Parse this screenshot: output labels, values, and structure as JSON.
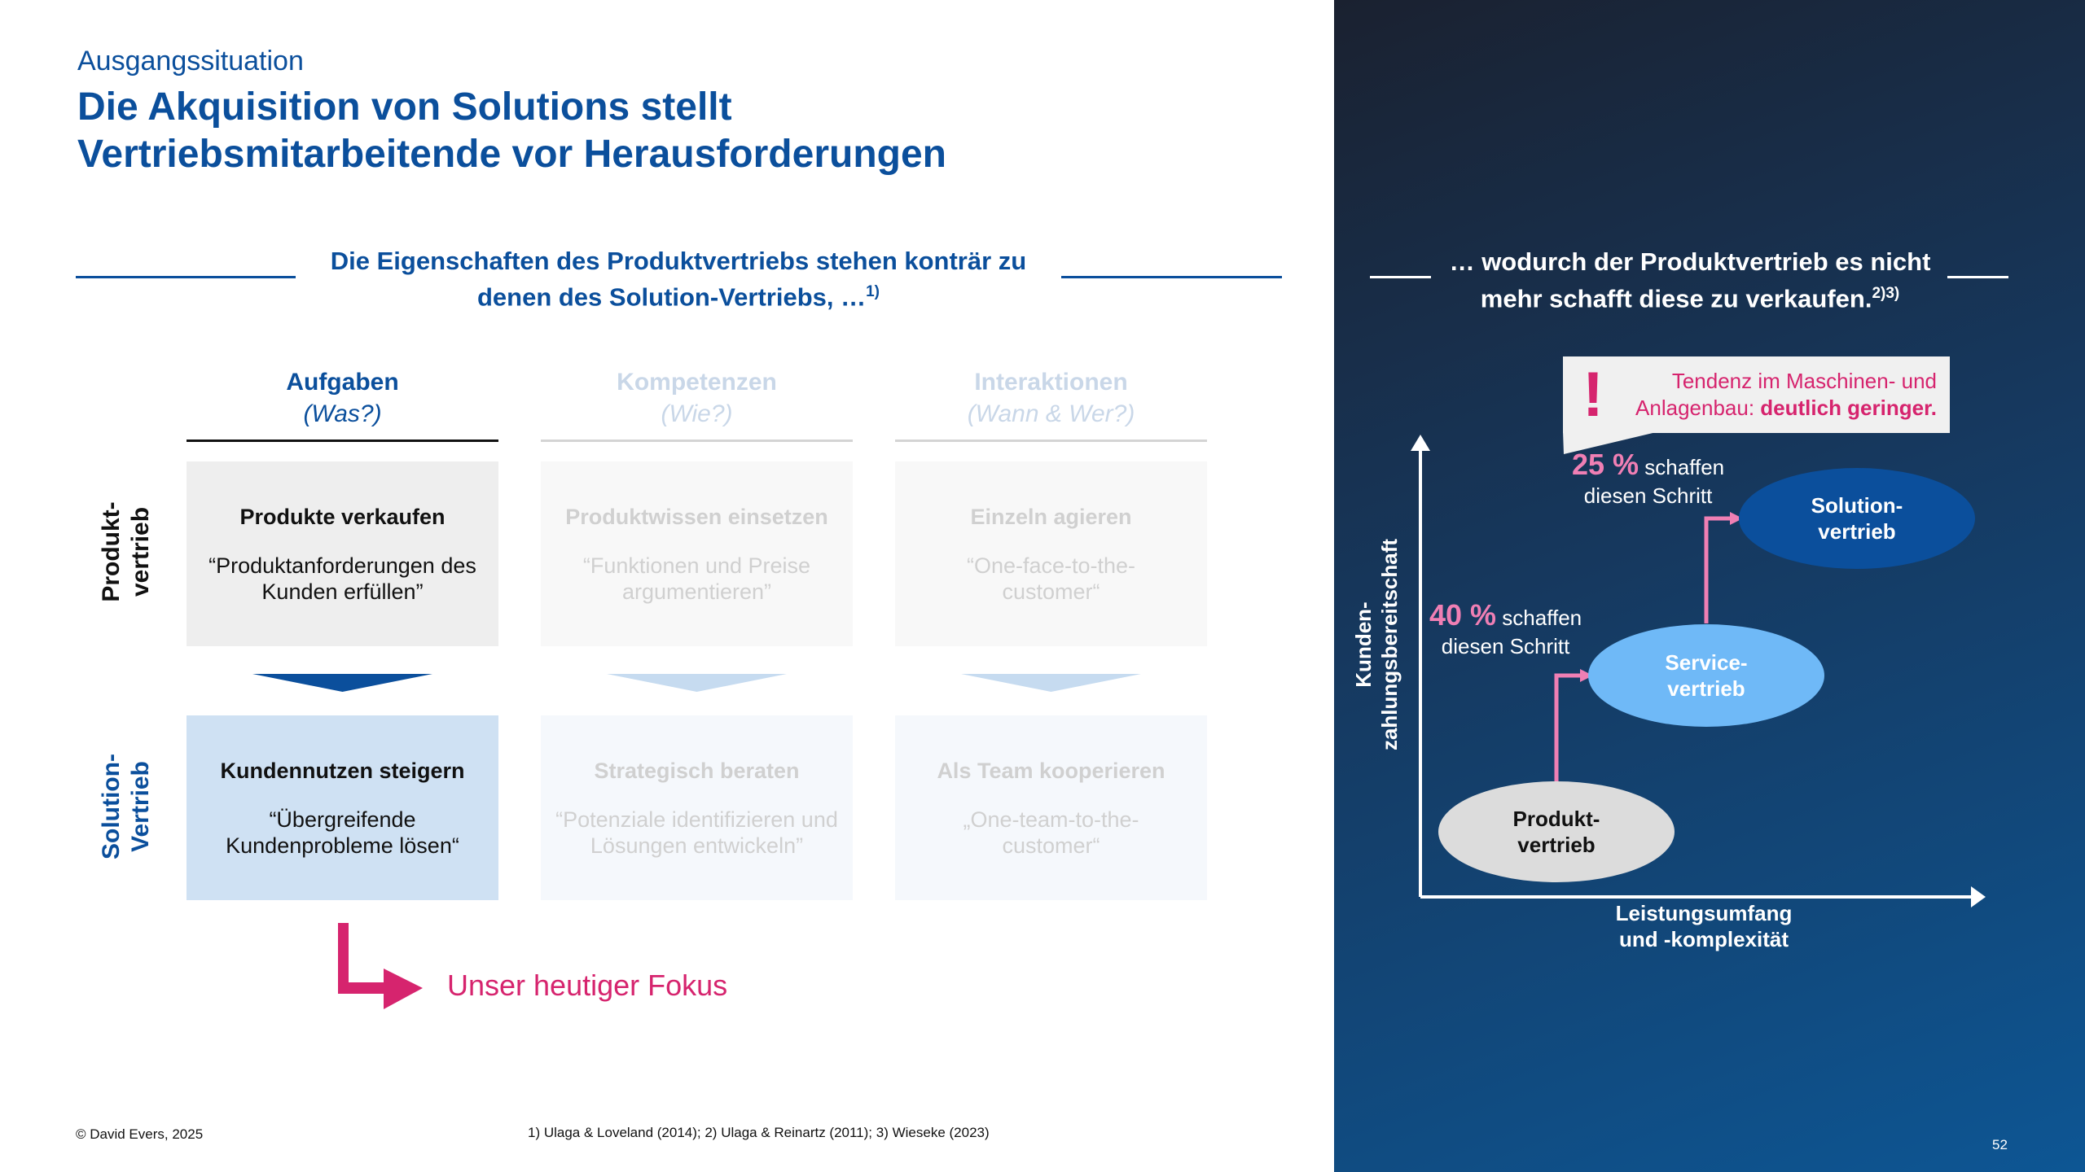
{
  "header": {
    "kicker": "Ausgangssituation",
    "title_line1": "Die Akquisition von Solutions stellt",
    "title_line2": "Vertriebsmitarbeitende vor Herausforderungen"
  },
  "left": {
    "subheading_line1": "Die Eigenschaften des Produktvertriebs stehen konträr zu",
    "subheading_line2": "denen des Solution-Vertriebs, …",
    "subheading_sup": "1)",
    "columns": [
      {
        "title": "Aufgaben",
        "subtitle": "(Was?)",
        "top_title": "Produkte verkaufen",
        "top_text": "“Produktanforderungen des Kunden erfüllen”",
        "bottom_title": "Kundennutzen steigern",
        "bottom_text": "“Übergreifende Kundenprobleme lösen“"
      },
      {
        "title": "Kompetenzen",
        "subtitle": "(Wie?)",
        "top_title": "Produktwissen einsetzen",
        "top_text": "“Funktionen und Preise argumentieren”",
        "bottom_title": "Strategisch beraten",
        "bottom_text": "“Potenziale identifizieren und Lösungen entwickeln”"
      },
      {
        "title": "Interaktionen",
        "subtitle": "(Wann & Wer?)",
        "top_title": "Einzeln agieren",
        "top_text": "“One-face-to-the-customer“",
        "bottom_title": "Als Team kooperieren",
        "bottom_text": "„One-team-to-the-customer“"
      }
    ],
    "row_labels": {
      "top_line1": "Produkt-",
      "top_line2": "vertrieb",
      "bottom_line1": "Solution-",
      "bottom_line2": "Vertrieb"
    },
    "focus": "Unser heutiger Fokus"
  },
  "right": {
    "heading_line1": "… wodurch der Produktvertrieb es nicht",
    "heading_line2": "mehr schafft diese zu verkaufen.",
    "heading_sup": "2)3)",
    "callout": {
      "mark": "!",
      "line1": "Tendenz im Maschinen- und",
      "line2_prefix": "Anlagenbau: ",
      "line2_bold": "deutlich geringer."
    },
    "step1": {
      "pct": "25 %",
      "text1": "schaffen",
      "text2": "diesen Schritt"
    },
    "step2": {
      "pct": "40 %",
      "text1": "schaffen",
      "text2": "diesen Schritt"
    },
    "y_axis_line1": "Kunden-",
    "y_axis_line2": "zahlungsbereitschaft",
    "x_axis_line1": "Leistungsumfang",
    "x_axis_line2": "und -komplexität",
    "ellipses": {
      "produkt_1": "Produkt-",
      "produkt_2": "vertrieb",
      "service_1": "Service-",
      "service_2": "vertrieb",
      "solution_1": "Solution-",
      "solution_2": "vertrieb"
    }
  },
  "footer": {
    "copyright": "© David Evers, 2025",
    "references": "1) Ulaga & Loveland (2014); 2) Ulaga & Reinartz (2011); 3) Wieseke (2023)",
    "page": "52"
  },
  "colors": {
    "blue": "#0b4f9c",
    "pink": "#d6246e",
    "light_pink": "#f07fb4",
    "service": "#6fb9f7"
  }
}
